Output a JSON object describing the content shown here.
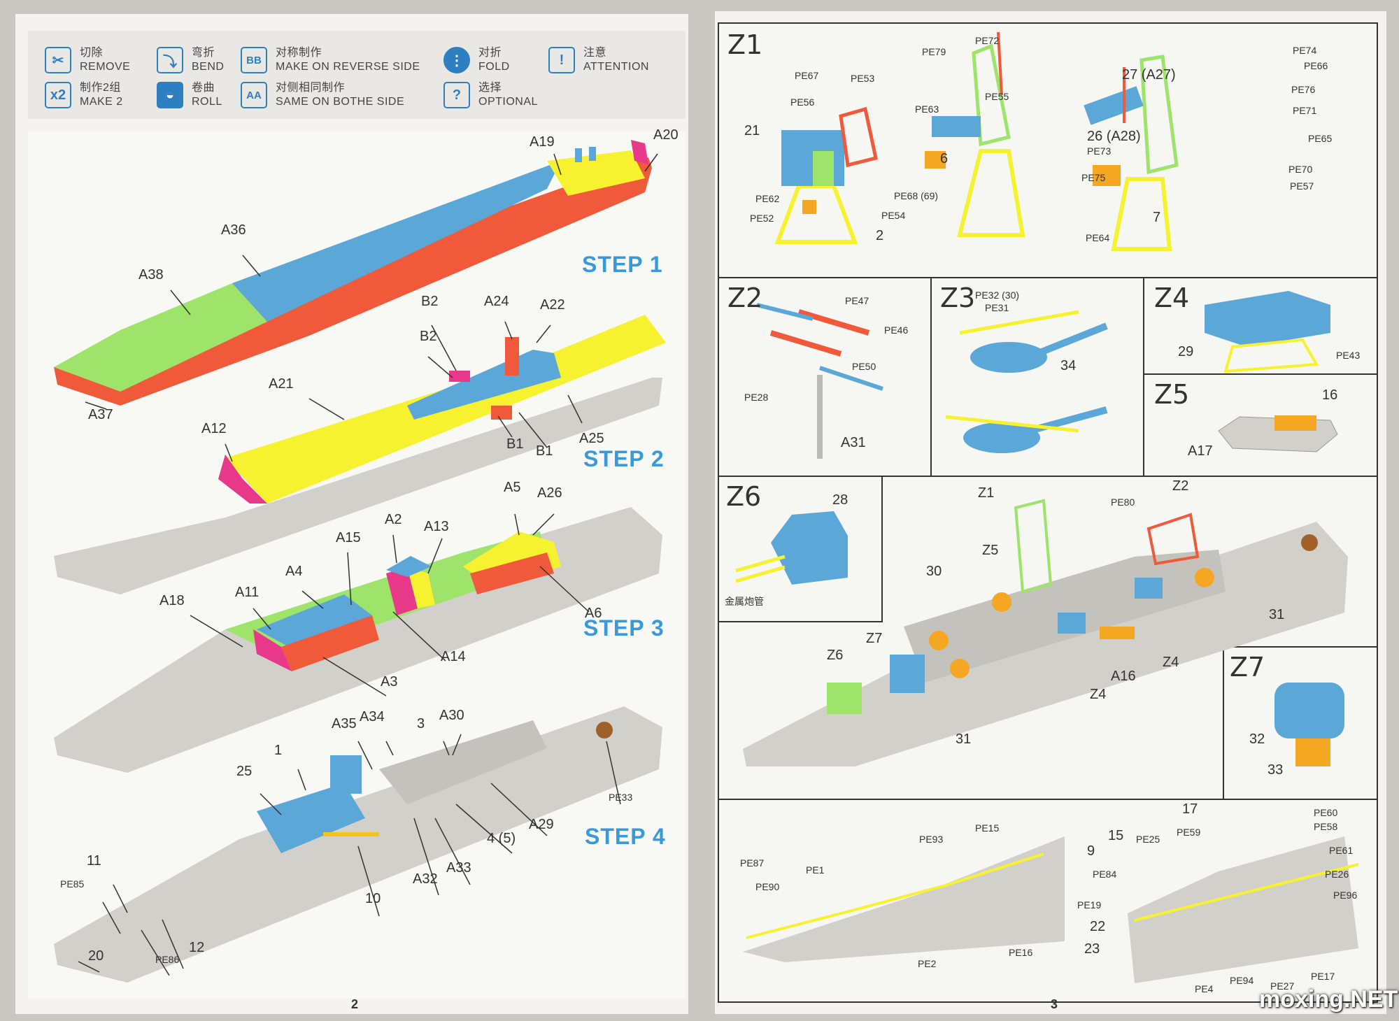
{
  "legend": {
    "remove": {
      "cn": "切除",
      "en": "REMOVE",
      "icon": "cut-icon"
    },
    "bend": {
      "cn": "弯折",
      "en": "BEND",
      "icon": "bend-icon"
    },
    "reverse": {
      "cn": "对称制作",
      "en": "MAKE ON REVERSE SIDE",
      "icon": "mirror-icon",
      "glyph": "BB"
    },
    "fold": {
      "cn": "对折",
      "en": "FOLD",
      "icon": "fold-icon"
    },
    "attention": {
      "cn": "注意",
      "en": "ATTENTION",
      "icon": "exclamation-icon",
      "glyph": "!"
    },
    "make2": {
      "cn": "制作2组",
      "en": "MAKE 2",
      "glyph": "x2"
    },
    "roll": {
      "cn": "卷曲",
      "en": "ROLL",
      "icon": "roll-icon"
    },
    "bothe": {
      "cn": "对侧相同制作",
      "en": "SAME ON BOTHE SIDE",
      "glyph": "AA"
    },
    "optional": {
      "cn": "选择",
      "en": "OPTIONAL",
      "glyph": "?"
    }
  },
  "steps": {
    "s1": "STEP 1",
    "s2": "STEP 2",
    "s3": "STEP 3",
    "s4": "STEP 4"
  },
  "left_labels": {
    "a19": "A19",
    "a20": "A20",
    "a36": "A36",
    "a38": "A38",
    "a37": "A37",
    "b2a": "B2",
    "b2b": "B2",
    "a24": "A24",
    "a22": "A22",
    "a21": "A21",
    "a12": "A12",
    "a25": "A25",
    "b1a": "B1",
    "b1b": "B1",
    "a5": "A5",
    "a26": "A26",
    "a2": "A2",
    "a13": "A13",
    "a15": "A15",
    "a4": "A4",
    "a11": "A11",
    "a18": "A18",
    "a6": "A6",
    "a14": "A14",
    "a3": "A3",
    "a35": "A35",
    "a34": "A34",
    "n3": "3",
    "a30": "A30",
    "n1": "1",
    "n25": "25",
    "pe33": "PE33",
    "a29": "A29",
    "n45": "4 (5)",
    "a33": "A33",
    "a32": "A32",
    "n10": "10",
    "n11": "11",
    "pe85": "PE85",
    "n12": "12",
    "pe86": "PE86",
    "n20": "20"
  },
  "zones": {
    "z1": "Z1",
    "z2": "Z2",
    "z3": "Z3",
    "z4": "Z4",
    "z5": "Z5",
    "z6": "Z6",
    "z7": "Z7"
  },
  "right_labels": {
    "pe72": "PE72",
    "pe79": "PE79",
    "pe74": "PE74",
    "pe66": "PE66",
    "pe67": "PE67",
    "pe53": "PE53",
    "n27": "27 (A27)",
    "pe76": "PE76",
    "pe56": "PE56",
    "pe55": "PE55",
    "pe71": "PE71",
    "pe63": "PE63",
    "n21": "21",
    "n26": "26 (A28)",
    "pe65": "PE65",
    "pe73": "PE73",
    "n6": "6",
    "pe70": "PE70",
    "pe75": "PE75",
    "pe57": "PE57",
    "pe62": "PE62",
    "pe68": "PE68 (69)",
    "pe54": "PE54",
    "n7": "7",
    "pe52": "PE52",
    "n2": "2",
    "pe64": "PE64",
    "pe47": "PE47",
    "pe46": "PE46",
    "pe50": "PE50",
    "pe28": "PE28",
    "a31": "A31",
    "pe32": "PE32 (30)",
    "pe31": "PE31",
    "n34": "34",
    "n29": "29",
    "pe43": "PE43",
    "n16": "16",
    "a17": "A17",
    "n28": "28",
    "metal_barrel": "金属炮管",
    "z1r": "Z1",
    "z2r": "Z2",
    "pe80": "PE80",
    "z5r": "Z5",
    "n30": "30",
    "n31a": "31",
    "z7r": "Z7",
    "z6r": "Z6",
    "a16": "A16",
    "z4a": "Z4",
    "z4b": "Z4",
    "n31b": "31",
    "n32": "32",
    "n33": "33",
    "pe87": "PE87",
    "pe90": "PE90",
    "pe1": "PE1",
    "pe93": "PE93",
    "pe15": "PE15",
    "pe16": "PE16",
    "pe2": "PE2",
    "n17": "17",
    "pe60": "PE60",
    "pe58": "PE58",
    "n9": "9",
    "n15": "15",
    "pe25": "PE25",
    "pe59": "PE59",
    "pe61": "PE61",
    "pe84": "PE84",
    "pe26": "PE26",
    "pe19": "PE19",
    "pe96": "PE96",
    "n22": "22",
    "n23": "23",
    "pe94": "PE94",
    "pe27": "PE27",
    "pe17": "PE17",
    "pe4": "PE4"
  },
  "page_numbers": {
    "left": "2",
    "right": "3"
  },
  "watermark": "moxing.NET",
  "colors": {
    "blue": "#5aa7d8",
    "red": "#f05a3a",
    "green": "#9ee36a",
    "yellow": "#f7f230",
    "magenta": "#e8388a",
    "orange": "#f5a623",
    "gray": "#d2d0ca",
    "accent": "#3a9ad9"
  }
}
